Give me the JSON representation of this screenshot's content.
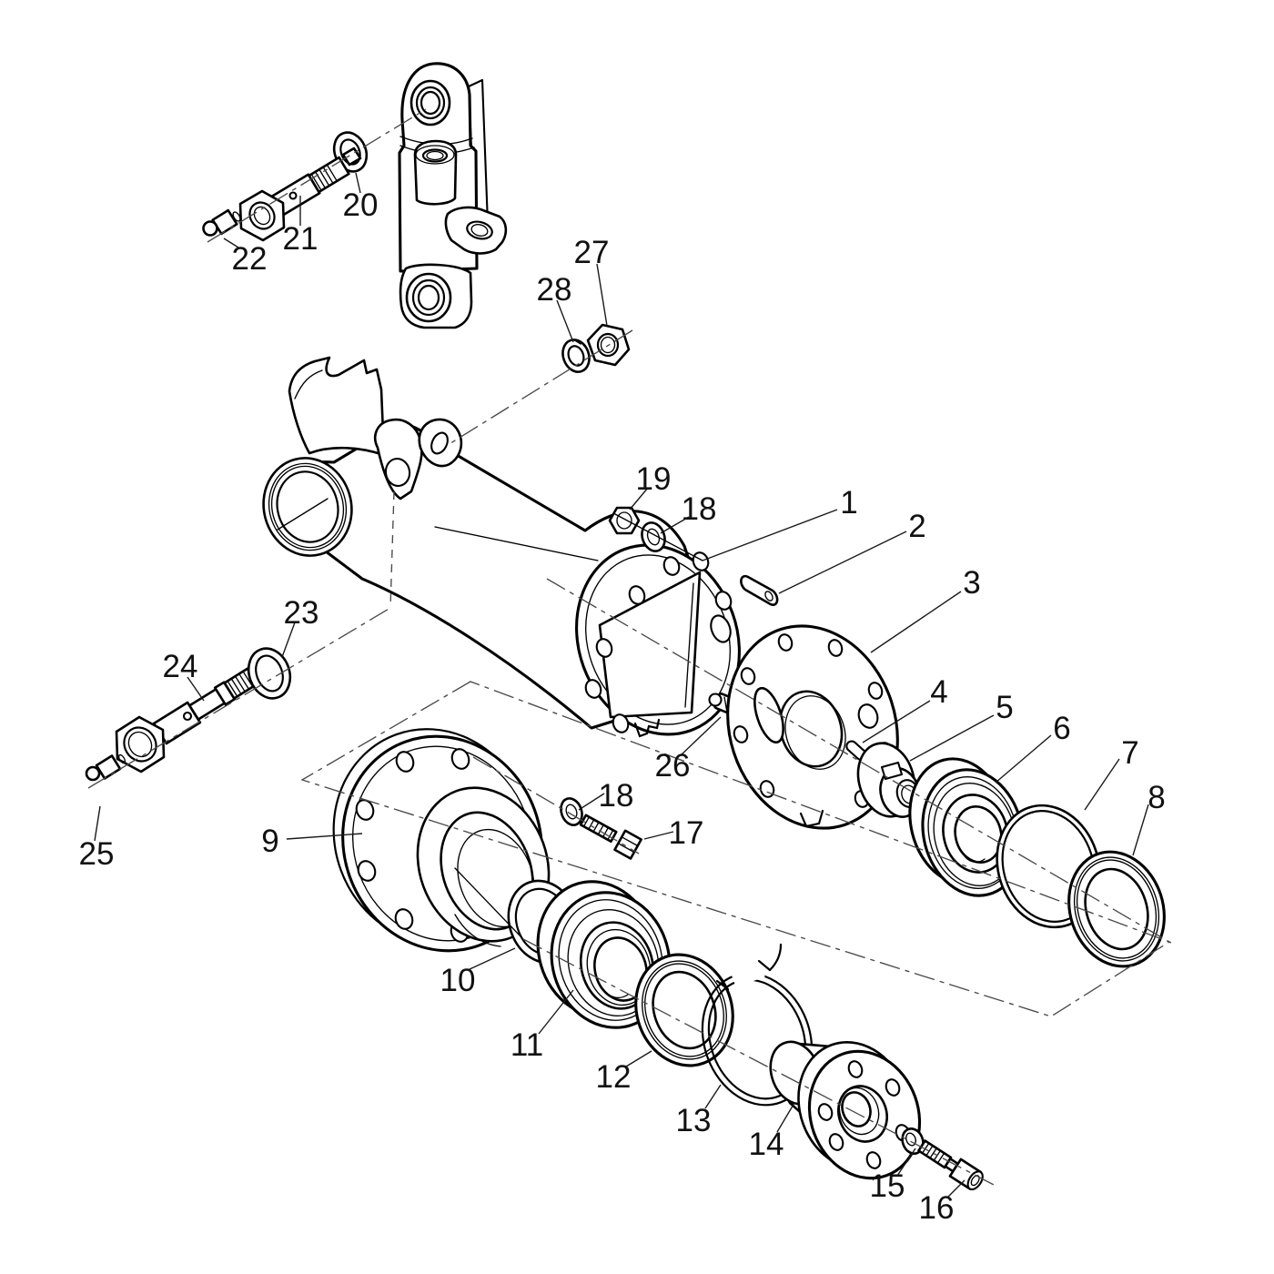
{
  "figure": {
    "type": "exploded-parts-diagram",
    "background_color": "#ffffff",
    "line_color": "#000000",
    "centerline_color": "#4a4a4a",
    "label_color": "#111111"
  },
  "callouts": {
    "n1": {
      "text": "1"
    },
    "n2": {
      "text": "2"
    },
    "n3": {
      "text": "3"
    },
    "n4": {
      "text": "4"
    },
    "n5": {
      "text": "5"
    },
    "n6": {
      "text": "6"
    },
    "n7": {
      "text": "7"
    },
    "n8": {
      "text": "8"
    },
    "n9": {
      "text": "9"
    },
    "n10": {
      "text": "10"
    },
    "n11": {
      "text": "11"
    },
    "n12": {
      "text": "12"
    },
    "n13": {
      "text": "13"
    },
    "n14": {
      "text": "14"
    },
    "n15": {
      "text": "15"
    },
    "n16": {
      "text": "16"
    },
    "n17": {
      "text": "17"
    },
    "n18a": {
      "text": "18"
    },
    "n18b": {
      "text": "18"
    },
    "n19": {
      "text": "19"
    },
    "n20": {
      "text": "20"
    },
    "n21": {
      "text": "21"
    },
    "n22": {
      "text": "22"
    },
    "n23": {
      "text": "23"
    },
    "n24": {
      "text": "24"
    },
    "n25": {
      "text": "25"
    },
    "n26": {
      "text": "26"
    },
    "n27": {
      "text": "27"
    },
    "n28": {
      "text": "28"
    }
  }
}
